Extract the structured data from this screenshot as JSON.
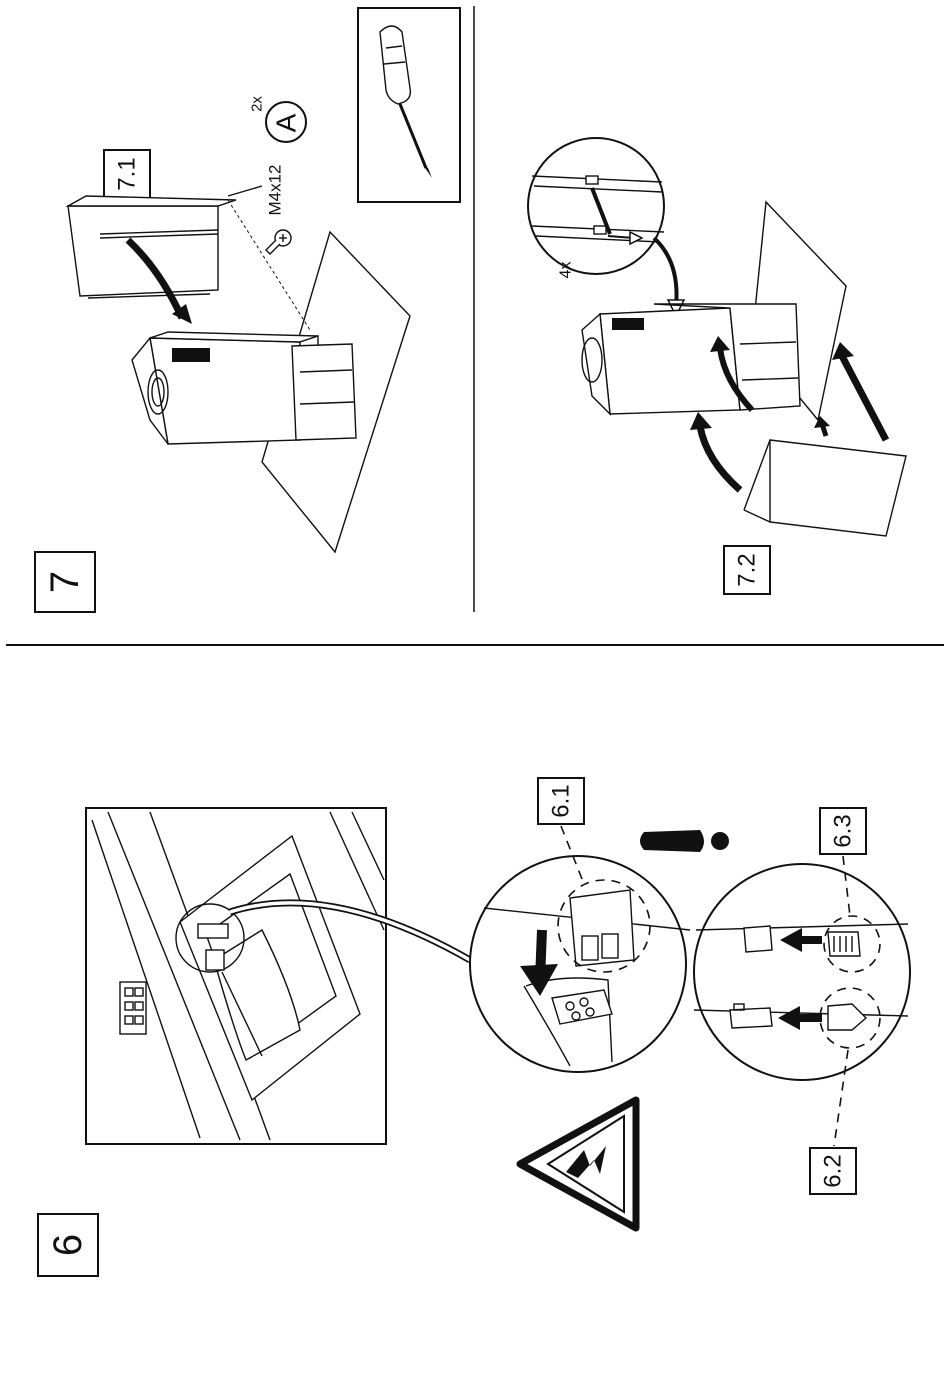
{
  "step7": {
    "number": "7",
    "sub1": "7.1",
    "sub2": "7.2",
    "screw_spec": "M4x12",
    "screw_qty": "2x",
    "screw_code": "A",
    "detail_qty": "4x",
    "tool": "screwdriver-icon"
  },
  "step6": {
    "number": "6",
    "sub1": "6.1",
    "sub2": "6.2",
    "sub3": "6.3",
    "warning": "electric-hazard-icon"
  }
}
